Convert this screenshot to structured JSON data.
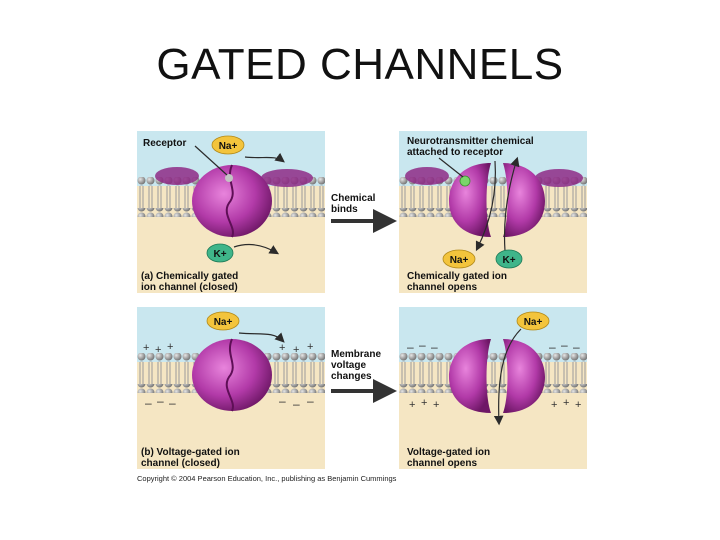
{
  "slide": {
    "title": "GATED CHANNELS"
  },
  "figure": {
    "panel_a_closed": {
      "receptor_label": "Receptor",
      "ion_top": "Na+",
      "ion_bottom": "K+",
      "caption_line1": "(a) Chemically gated",
      "caption_line2": "ion channel (closed)"
    },
    "arrow_a": {
      "line1": "Chemical",
      "line2": "binds"
    },
    "panel_a_open": {
      "note_line1": "Neurotransmitter chemical",
      "note_line2": "attached to receptor",
      "ion_na": "Na+",
      "ion_k": "K+",
      "caption_line1": "Chemically gated ion",
      "caption_line2": "channel opens"
    },
    "panel_b_closed": {
      "ion_top": "Na+",
      "caption_line1": "(b) Voltage-gated ion",
      "caption_line2": "channel (closed)"
    },
    "arrow_b": {
      "line1": "Membrane",
      "line2": "voltage",
      "line3": "changes"
    },
    "panel_b_open": {
      "ion_top": "Na+",
      "caption_line1": "Voltage-gated ion",
      "caption_line2": "channel opens"
    },
    "copyright": "Copyright © 2004 Pearson Education, Inc., publishing as Benjamin Cummings"
  },
  "colors": {
    "extracellular": "#c9e7ef",
    "cytoplasm": "#f5e6c3",
    "phospholipid_head": "#9a9a9a",
    "protein": "#b23aa8",
    "ion_na": "#f3c43c",
    "ion_k": "#3fb58a",
    "arrow": "#2b2b2b"
  }
}
